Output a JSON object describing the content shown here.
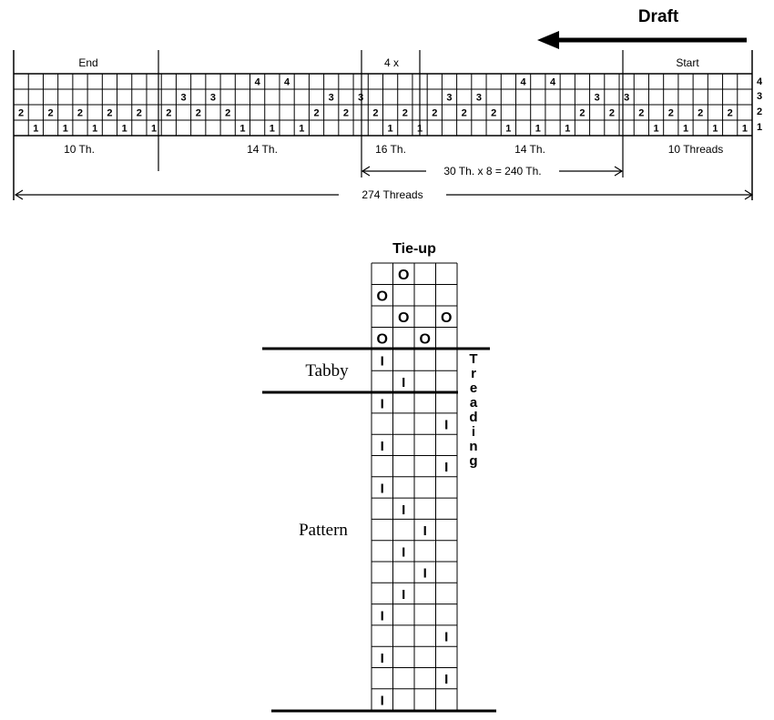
{
  "draft": {
    "title": "Draft",
    "segment_labels": [
      "End",
      "4 x",
      "Start"
    ],
    "shaft_numbers": [
      "4",
      "3",
      "2",
      "1"
    ],
    "threading_grid": {
      "columns": 50,
      "rows": 4,
      "cells": [
        [
          1,
          2
        ],
        [
          2,
          1
        ],
        [
          3,
          2
        ],
        [
          4,
          1
        ],
        [
          5,
          2
        ],
        [
          6,
          1
        ],
        [
          7,
          2
        ],
        [
          8,
          1
        ],
        [
          9,
          2
        ],
        [
          10,
          1
        ],
        [
          11,
          2
        ],
        [
          12,
          3
        ],
        [
          13,
          2
        ],
        [
          14,
          3
        ],
        [
          15,
          2
        ],
        [
          16,
          1
        ],
        [
          17,
          4
        ],
        [
          18,
          1
        ],
        [
          19,
          4
        ],
        [
          20,
          1
        ],
        [
          21,
          2
        ],
        [
          22,
          3
        ],
        [
          23,
          2
        ],
        [
          24,
          3
        ],
        [
          25,
          2
        ],
        [
          26,
          1
        ],
        [
          27,
          2
        ],
        [
          28,
          1
        ],
        [
          29,
          2
        ],
        [
          30,
          3
        ],
        [
          31,
          2
        ],
        [
          32,
          3
        ],
        [
          33,
          2
        ],
        [
          34,
          1
        ],
        [
          35,
          4
        ],
        [
          36,
          1
        ],
        [
          37,
          4
        ],
        [
          38,
          1
        ],
        [
          39,
          2
        ],
        [
          40,
          3
        ],
        [
          41,
          2
        ],
        [
          42,
          3
        ],
        [
          43,
          2
        ],
        [
          44,
          1
        ],
        [
          45,
          2
        ],
        [
          46,
          1
        ],
        [
          47,
          2
        ],
        [
          48,
          1
        ],
        [
          49,
          2
        ],
        [
          50,
          1
        ]
      ],
      "note": ""
    },
    "bottom_labels": [
      "10 Th.",
      "14 Th.",
      "16 Th.",
      "14 Th.",
      "10 Threads"
    ],
    "repeat_label": "30 Th. x 8 = 240 Th.",
    "total_label": "274 Threads"
  },
  "tieup": {
    "title": "Tie-up",
    "rows": [
      [
        false,
        true,
        false,
        false
      ],
      [
        true,
        false,
        false,
        false
      ],
      [
        false,
        true,
        false,
        true
      ],
      [
        true,
        false,
        true,
        false
      ]
    ],
    "mark": "O"
  },
  "treading": {
    "vertical_label": "Treading",
    "tabby_label": "Tabby",
    "pattern_label": "Pattern",
    "mark": "I",
    "tabby_rows": [
      1,
      2
    ],
    "pattern_rows": [
      1,
      4,
      1,
      4,
      1,
      2,
      3,
      2,
      3,
      2,
      1,
      4,
      1,
      4,
      1
    ]
  }
}
